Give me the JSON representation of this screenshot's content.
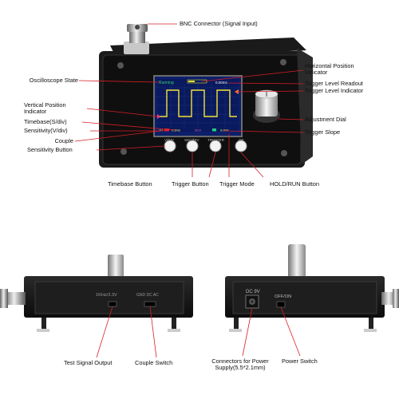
{
  "screen": {
    "state": "Running",
    "hpos_readout": "0.00ms",
    "bottom_left": "1V",
    "bottom_mid_left": "0.5ms",
    "bottom_mid": "20.0",
    "bottom_right": "0.00V"
  },
  "front_buttons": [
    "V/DIV",
    "SEC/DIV",
    "TRIGGER",
    "OK"
  ],
  "side_left": {
    "test_signal": "1KHz/3.3V",
    "couple_switch": "GND DC AC"
  },
  "side_right": {
    "power_label": "DC 9V",
    "switch_label": "OFF/ON"
  },
  "labels": {
    "bnc": "BNC Connector (Signal Input)",
    "osc_state": "Oscilloscope State",
    "h_pos_1": "Horizontal Position",
    "h_pos_2": "Indicator",
    "trig_readout": "Trigger Level Readout",
    "trig_indicator": "Trigger Level Indicator",
    "v_pos_1": "Vertical Position",
    "v_pos_2": "Indicator",
    "timebase": "Timebase(S/div)",
    "sensitivity": "Sensitivity(V/div)",
    "couple": "Couple",
    "sens_button": "Sensitivity Button",
    "adj_dial": "Adjustment Dial",
    "trig_slope": "Trigger Slope",
    "timebase_button": "Timebase Button",
    "trigger_button": "Trigger Button",
    "trigger_mode": "Trigger Mode",
    "hold_run": "HOLD/RUN Button",
    "test_signal_output": "Test Signal Output",
    "couple_switch": "Couple Switch",
    "connectors_1": "Connectors for Power",
    "connectors_2": "Supply(5.5*2.1mm)",
    "power_switch": "Power Switch"
  }
}
